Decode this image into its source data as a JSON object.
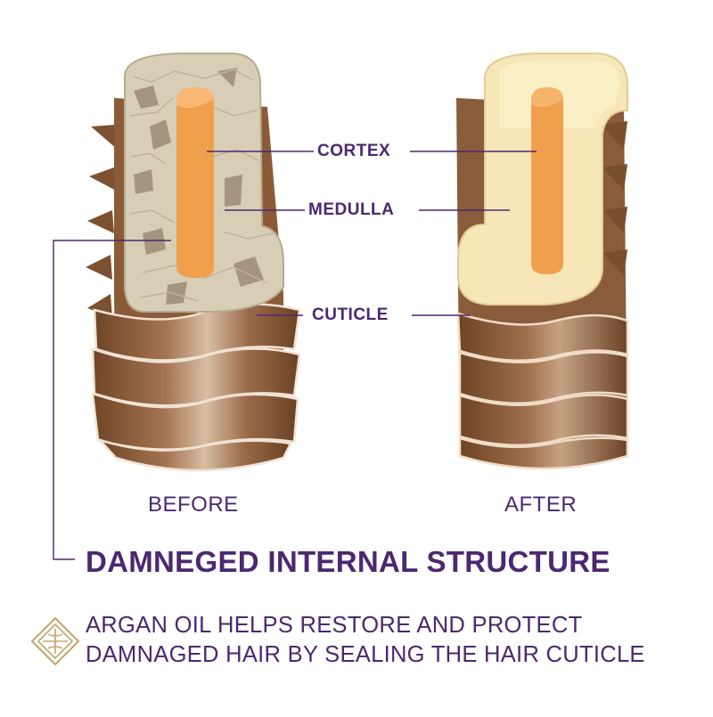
{
  "labels": {
    "cortex": "CORTEX",
    "medulla": "MEDULLA",
    "cuticle": "CUTICLE"
  },
  "captions": {
    "before": "BEFORE",
    "after": "AFTER"
  },
  "headline": "DAMNEGED INTERNAL STRUCTURE",
  "note": {
    "line1": "ARGAN OIL HELPS RESTORE AND PROTECT",
    "line2": "DAMNAGED HAIR BY SEALING THE HAIR CUTICLE"
  },
  "icons": {
    "emblem": "diamond-emblem-icon"
  },
  "colors": {
    "text": "#4b2870",
    "cuticle": "#8a5c3b",
    "cuticle_light": "#c9a685",
    "cortex_damaged": "#d8ceb6",
    "cortex_healthy": "#f6e6b8",
    "medulla": "#f0a04d",
    "emblem": "#c4a56a"
  }
}
